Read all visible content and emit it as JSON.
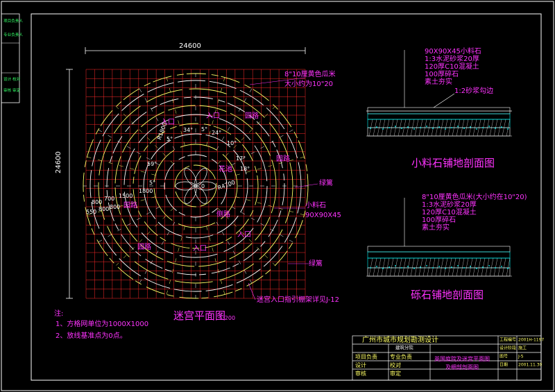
{
  "overall_width": "24600",
  "overall_height": "24600",
  "plan_title": "迷宫平面图",
  "plan_scale": "1:200",
  "notes_header": "注:",
  "notes": [
    "1、方格网单位为1000X1000",
    "2、放线基准点为0点。"
  ],
  "labels": {
    "entry": "入口",
    "road": "园路",
    "flower_pool": "花池",
    "lawn_edge": "侧路",
    "hedge": "绿篱",
    "gravel_top": "8\"10厘黄色瓜米",
    "gravel_top2": "大小约为10\"20",
    "small_stone": "小料石",
    "small_stone_size": "90X90X45",
    "maze_detail_ref": "迷宫入口指引棚架详见J-12",
    "origin": "0",
    "radius1": "R1800",
    "radius2": "R4700"
  },
  "angles": [
    "5°",
    "34°",
    "5°",
    "24°",
    "10°",
    "17°",
    "18°",
    "59°",
    "5°"
  ],
  "dims_row1": [
    "700",
    "1500",
    "1800"
  ],
  "dims_row2": [
    "550",
    "800",
    "800",
    "800"
  ],
  "dim_small": "800",
  "section1": {
    "title": "小料石铺地剖面图",
    "layers": [
      "90X90X45小料石",
      "1:3水泥砂浆20厚",
      "120厚C10混凝土",
      "100厚碎石",
      "素土夯实"
    ],
    "note": "1:2砂浆勾边"
  },
  "section2": {
    "title": "砾石铺地剖面图",
    "layers": [
      "8\"10厘黄色瓜米(大小约在10\"20)",
      "1:3水泥砂浆20厚",
      "120厚C10混凝土",
      "100厚碎石",
      "素土夯实"
    ]
  },
  "left_strip": [
    "项目负责人",
    "专业负责人",
    "设计 校对",
    "审核 审定"
  ],
  "title_block": {
    "company": "广州市城市规划勘测设计",
    "company_sub": "建筑分院",
    "rows": [
      "项目负责",
      "专业负责",
      "设计",
      "校对",
      "审核",
      "审定"
    ],
    "drawing_name": "英国庭院及迷宫平面图",
    "drawing_name2": "及细部剖面图",
    "meta": [
      "工程编号",
      "设计阶段",
      "图号",
      "日期"
    ],
    "meta_vals": [
      "2001H-1197",
      "施工",
      "J-5",
      "2001.11.30"
    ]
  },
  "colors": {
    "grid": "#ff2a2a",
    "rings": "#ffff66",
    "text_mag": "#ff33ff",
    "frame": "#ffffff",
    "accent_green": "#33ff66",
    "hatch": "#00ffff"
  }
}
